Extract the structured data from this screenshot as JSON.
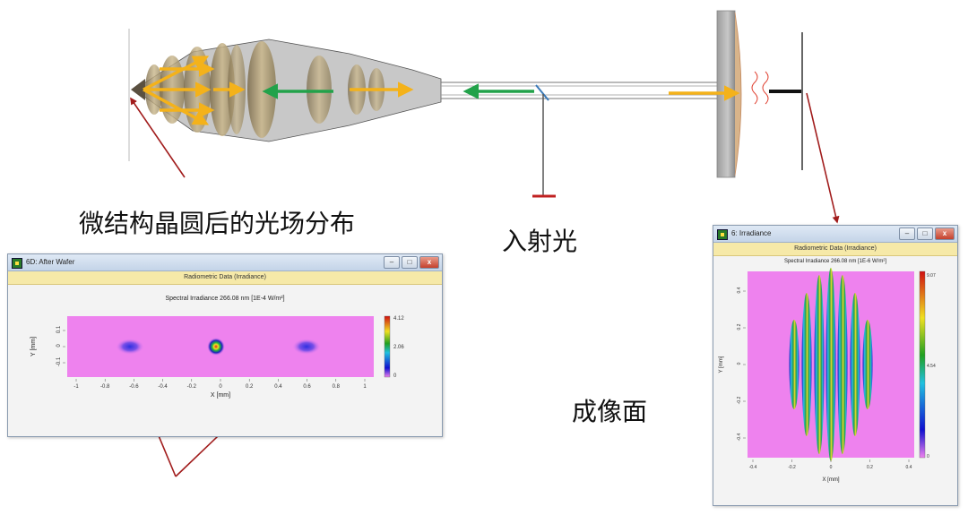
{
  "captions": {
    "wafer_field": "微结构晶圆后的光场分布",
    "incident_light": "入射光",
    "image_plane": "成像面"
  },
  "window_left": {
    "title": "6D: After Wafer",
    "subtitle": "Radiometric Data (Irradiance)",
    "plot_title": "Spectral Irradiance 266.08 nm  [1E-4 W/m²]",
    "xlabel": "X [mm]",
    "ylabel": "Y [mm]",
    "x_ticks": [
      "-1",
      "-0.8",
      "-0.6",
      "-0.4",
      "-0.2",
      "0",
      "0.2",
      "0.4",
      "0.6",
      "0.8",
      "1"
    ],
    "y_ticks": [
      "0.1",
      "0",
      "-0.1"
    ],
    "colorbar_ticks": [
      "4.12",
      "2.06",
      "0"
    ]
  },
  "window_right": {
    "title": "6: Irradiance",
    "subtitle": "Radiometric Data (Irradiance)",
    "plot_title": "Spectral Irradiance 266.08 nm  [1E-6 W/m²]",
    "xlabel": "X [mm]",
    "ylabel": "Y [mm]",
    "x_ticks": [
      "-0.4",
      "-0.2",
      "0",
      "0.2",
      "0.4"
    ],
    "y_ticks": [
      "0.4",
      "0.2",
      "0",
      "-0.2",
      "-0.4"
    ],
    "colorbar_ticks": [
      "9.07",
      "4.54",
      "0"
    ]
  },
  "controls": {
    "minimize": "–",
    "maximize": "□",
    "close": "x"
  },
  "colors": {
    "arrow_orange": "#f4b21a",
    "arrow_green": "#22a24a",
    "annotation_red": "#a11c1c",
    "plot_background": "#ee82ee",
    "lens_fill": "#b9a57a"
  },
  "icons": [
    "app-icon",
    "minimize-icon",
    "maximize-icon",
    "close-icon"
  ]
}
